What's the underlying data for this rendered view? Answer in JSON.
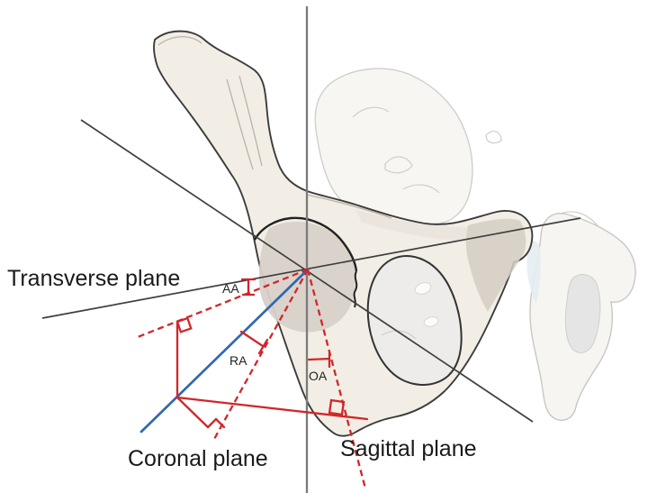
{
  "figure": {
    "labels": {
      "transverse_plane": "Transverse plane",
      "coronal_plane": "Coronal plane",
      "sagittal_plane": "Sagittal plane",
      "aa": "AA",
      "ra": "RA",
      "oa": "OA"
    },
    "colors": {
      "background": "#ffffff",
      "plane_line": "#3f3f3f",
      "vertical_axis_line": "#7a7a7a",
      "annotation_red": "#d2262a",
      "annotation_blue": "#3068b0",
      "bone_fill": "#f3eee5",
      "bone_outline": "#3c3c3c",
      "acetabulum_shade": "#d8d1ca",
      "obturator_foramen_fill": "#edecea",
      "faded_bone_line": "#c9c7c3",
      "label_text": "#1a1a1a"
    }
  }
}
